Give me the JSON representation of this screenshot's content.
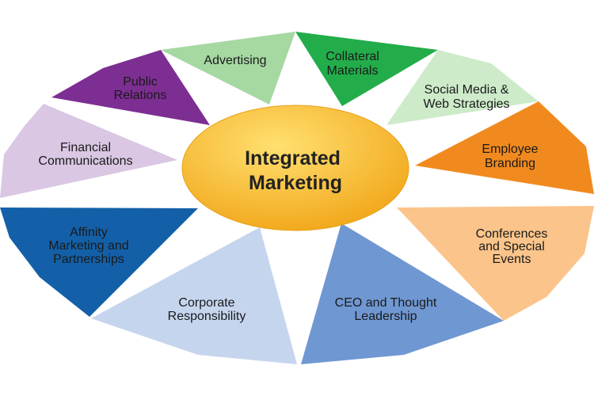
{
  "center": {
    "lines": [
      "Integrated",
      "Marketing"
    ],
    "color_light": "#ffe070",
    "color_dark": "#f2a81c"
  },
  "segments": [
    {
      "id": "advertising",
      "lines": [
        "Advertising"
      ],
      "color": "#a6d8a2",
      "text_color": "#1a1a1a"
    },
    {
      "id": "collateral-materials",
      "lines": [
        "Collateral",
        "Materials"
      ],
      "color": "#22ad4a",
      "text_color": "#ffffff"
    },
    {
      "id": "social-media",
      "lines": [
        "Social Media &",
        "Web Strategies"
      ],
      "color": "#cdebc9",
      "text_color": "#1a1a1a"
    },
    {
      "id": "employee-branding",
      "lines": [
        "Employee",
        "Branding"
      ],
      "color": "#f18a1e",
      "text_color": "#ffffff"
    },
    {
      "id": "conferences",
      "lines": [
        "Conferences",
        "and Special",
        "Events"
      ],
      "color": "#fbc48a",
      "text_color": "#1a1a1a"
    },
    {
      "id": "ceo-leadership",
      "lines": [
        "CEO and Thought",
        "Leadership"
      ],
      "color": "#6f97d2",
      "text_color": "#ffffff"
    },
    {
      "id": "corporate-responsibility",
      "lines": [
        "Corporate",
        "Responsibility"
      ],
      "color": "#c6d5ee",
      "text_color": "#1a1a1a"
    },
    {
      "id": "affinity-marketing",
      "lines": [
        "Affinity",
        "Marketing and",
        "Partnerships"
      ],
      "color": "#1360a8",
      "text_color": "#ffffff"
    },
    {
      "id": "financial-communications",
      "lines": [
        "Financial",
        "Communications"
      ],
      "color": "#d9c7e3",
      "text_color": "#1a1a1a"
    },
    {
      "id": "public-relations",
      "lines": [
        "Public",
        "Relations"
      ],
      "color": "#7d2e92",
      "text_color": "#ffffff"
    }
  ]
}
